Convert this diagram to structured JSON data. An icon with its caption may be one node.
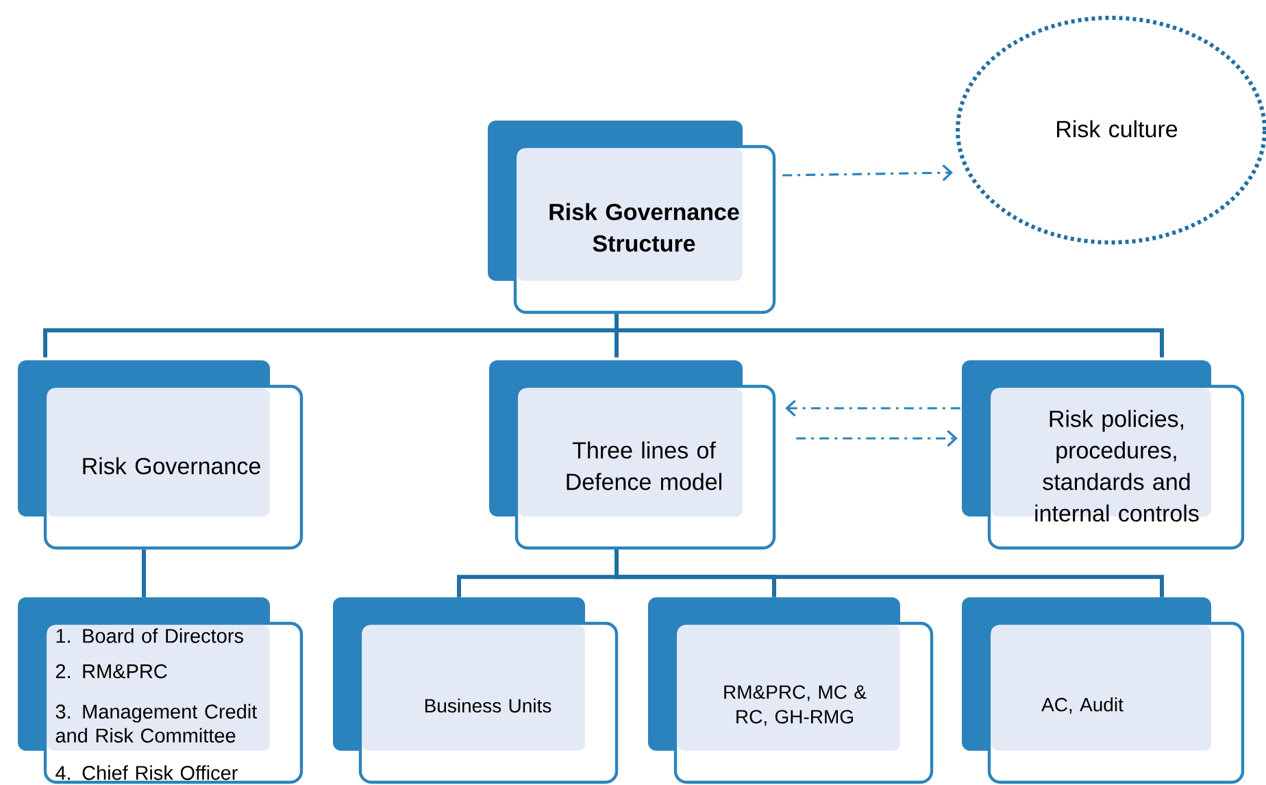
{
  "diagram": {
    "nodes": [
      {
        "text": [
          "Risk Governance Structure"
        ]
      },
      {
        "text": [
          "Risk culture"
        ]
      },
      {
        "text": [
          "Risk Governance"
        ]
      },
      {
        "text": [
          "Three lines of Defence model"
        ]
      },
      {
        "text": [
          "Risk policies, procedures, standards and internal controls"
        ]
      },
      {
        "text": [
          "1. Board of Directors",
          "2. RM&PRC",
          "3. Management Credit and Risk Committee",
          "4. Chief Risk Officer"
        ]
      },
      {
        "text": [
          "Business Units"
        ]
      },
      {
        "text": [
          "RM&PRC, MC & RC, GH-RMG"
        ]
      },
      {
        "text": [
          "AC, Audit"
        ]
      }
    ],
    "edges": [
      {
        "from": 0,
        "to": 1,
        "arrow": "to",
        "style": "dashed"
      },
      {
        "from": 0,
        "to": 2,
        "arrow": "none"
      },
      {
        "from": 0,
        "to": 3,
        "arrow": "none"
      },
      {
        "from": 0,
        "to": 4,
        "arrow": "none"
      },
      {
        "from": 4,
        "to": 3,
        "arrow": "to",
        "style": "dashed"
      },
      {
        "from": 3,
        "to": 4,
        "arrow": "to",
        "style": "dashed"
      },
      {
        "from": 2,
        "to": 5,
        "arrow": "none"
      },
      {
        "from": 3,
        "to": 6,
        "arrow": "none"
      },
      {
        "from": 3,
        "to": 7,
        "arrow": "none"
      },
      {
        "from": 3,
        "to": 8,
        "arrow": "none"
      }
    ]
  }
}
